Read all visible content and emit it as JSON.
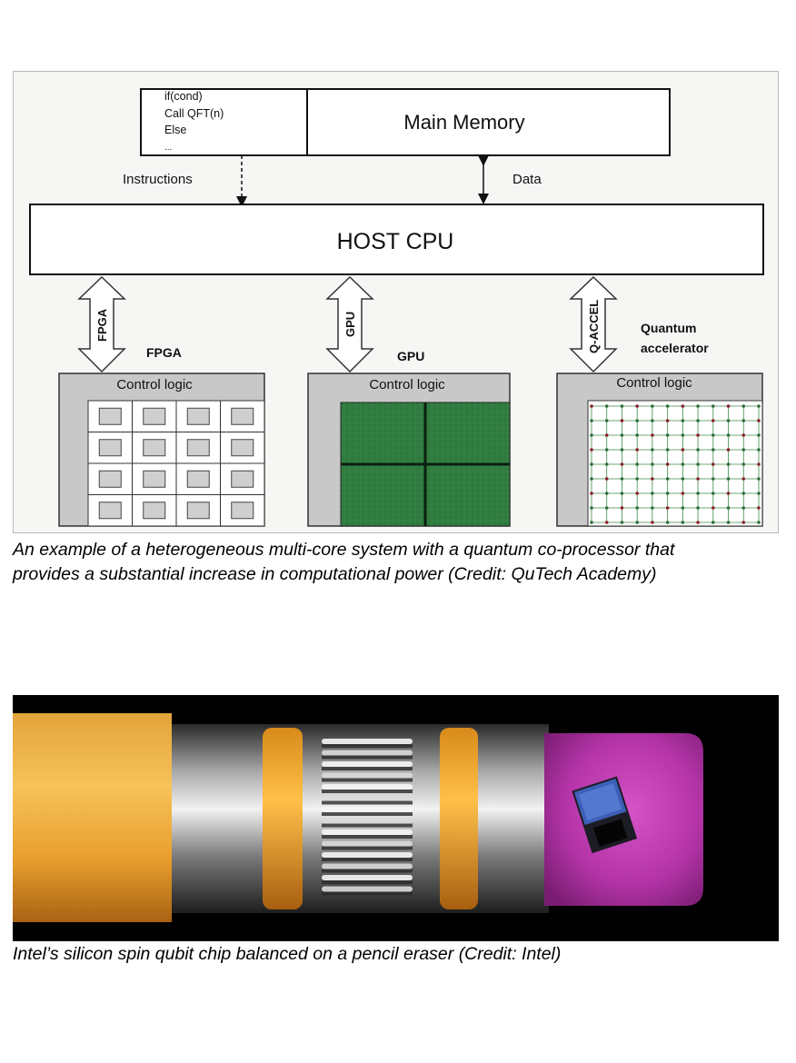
{
  "figure1": {
    "code_lines": [
      "if(cond)",
      "Call QFT(n)",
      "Else",
      "..."
    ],
    "main_memory": "Main Memory",
    "instructions": "Instructions",
    "data": "Data",
    "host_cpu": "HOST CPU",
    "fpga_arrow": "FPGA",
    "gpu_arrow": "GPU",
    "qaccel_arrow": "Q-ACCEL",
    "fpga_label": "FPGA",
    "gpu_label": "GPU",
    "quantum_label_line1": "Quantum",
    "quantum_label_line2": "accelerator",
    "control_logic": "Control logic",
    "colors": {
      "gpu_fill": "#2f7a3f",
      "qubit_grid": "#3f8a4a",
      "qubit_node": "#8a1f2a"
    }
  },
  "caption1": {
    "line1": "An example of a heterogeneous multi-core system with a quantum co-processor that",
    "line2": "provides a substantial increase in computational power (Credit: QuTech Academy)"
  },
  "figure2": {
    "subject": "pencil eraser with qubit chip photo"
  },
  "caption2": "Intel’s silicon spin qubit chip balanced on a pencil eraser (Credit: Intel)"
}
